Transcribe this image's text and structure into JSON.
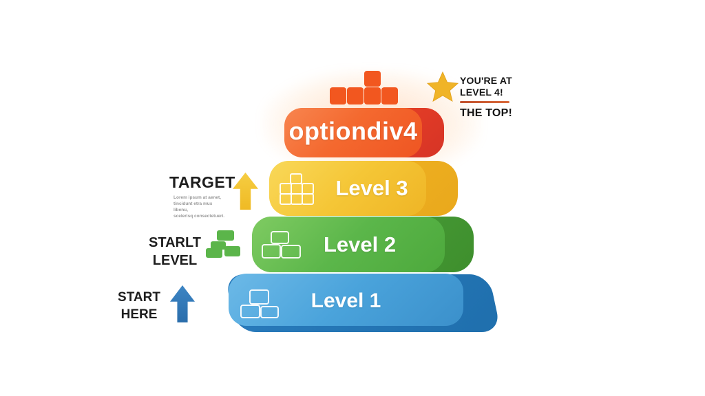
{
  "pyramid": {
    "levels": [
      {
        "id": "level-1",
        "label": "Level 1",
        "color": "#4AA3DB",
        "dark": "#1F6FAD"
      },
      {
        "id": "level-2",
        "label": "Level 2",
        "color": "#5BB64A",
        "dark": "#3E8F2D"
      },
      {
        "id": "level-3",
        "label": "Level 3",
        "color": "#F5C636",
        "dark": "#E9A81C"
      },
      {
        "id": "level-4",
        "label": "optiondiv4",
        "color": "#F2592B",
        "dark": "#E03A26"
      }
    ]
  },
  "annotations": {
    "start_here": {
      "line1": "START",
      "line2": "HERE"
    },
    "start_level": {
      "line1": "STARLT",
      "line2": "LEVEL"
    },
    "target": {
      "title": "TARGET",
      "sub_lines": [
        "Lorem ipsum at aenet,",
        "tincidunt etra mus libenu,",
        "scelerisq consectetueri."
      ]
    },
    "top_right": {
      "line1": "YOU'RE AT",
      "line2": "LEVEL 4!",
      "line3": "THE TOP!"
    }
  },
  "colors": {
    "star": "#F0B427",
    "divider": "#C8502A",
    "arrow_yellow": "#F2C230",
    "arrow_blue": "#2E73B4",
    "blocks_orange": "#F2571F",
    "blocks_green": "#5BB54A"
  }
}
